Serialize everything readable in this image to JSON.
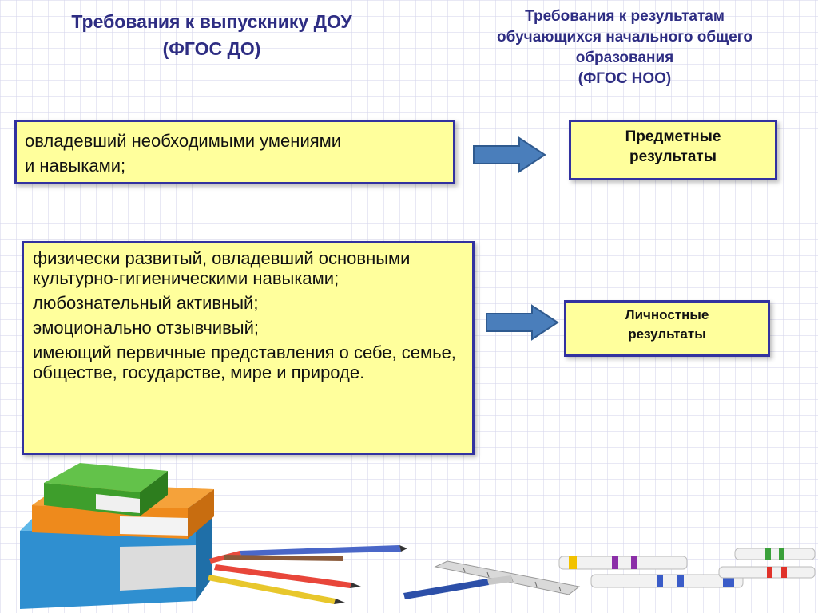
{
  "header": {
    "left_title": [
      "Требования к выпускнику  ДОУ",
      "(ФГОС ДО)"
    ],
    "right_title": [
      "Требования к результатам",
      "обучающихся начального общего",
      "образования",
      "(ФГОС НОО)"
    ]
  },
  "left": {
    "skills": [
      "овладевший необходимыми умениями",
      "и навыками;"
    ],
    "personal": [
      "физически развитый, овладевший основными культурно-гигиеническими навыками;",
      "любознательный активный;",
      "эмоционально отзывчивый;",
      "имеющий первичные представления о себе, семье, обществе, государстве, мире и природе."
    ]
  },
  "right": {
    "subject": [
      "Предметные",
      "результаты"
    ],
    "personal": [
      "Личностные",
      "результаты"
    ]
  },
  "colors": {
    "title": "#2e2d83",
    "box_fill": "#ffff9c",
    "box_border": "#3232a0",
    "arrow": "#4a7ebb"
  },
  "icons": [
    "right-arrow-icon",
    "books-stack-icon",
    "pencils-icon",
    "ruler-icon",
    "markers-icon"
  ]
}
